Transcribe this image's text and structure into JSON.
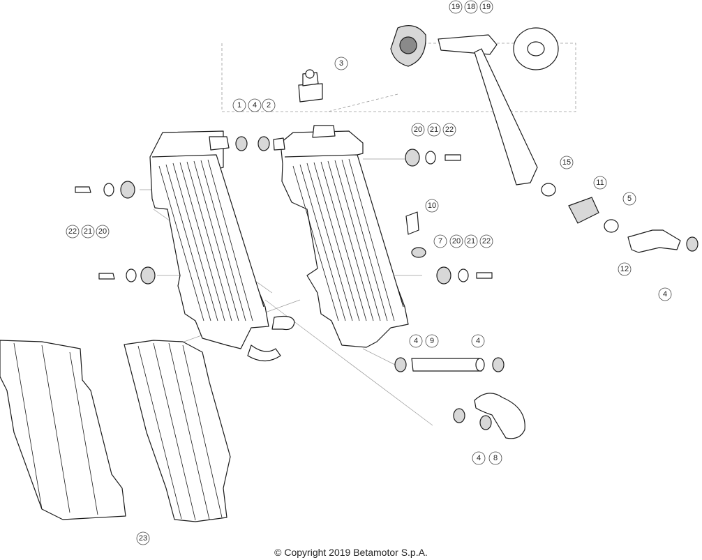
{
  "copyright": "© Copyright 2019 Betamotor S.p.A.",
  "callouts": [
    "19",
    "18",
    "19",
    "3",
    "1",
    "4",
    "2",
    "20",
    "21",
    "22",
    "15",
    "11",
    "5",
    "12",
    "4",
    "10",
    "7",
    "20",
    "21",
    "22",
    "22",
    "21",
    "20",
    "4",
    "9",
    "4",
    "4",
    "8",
    "23"
  ]
}
